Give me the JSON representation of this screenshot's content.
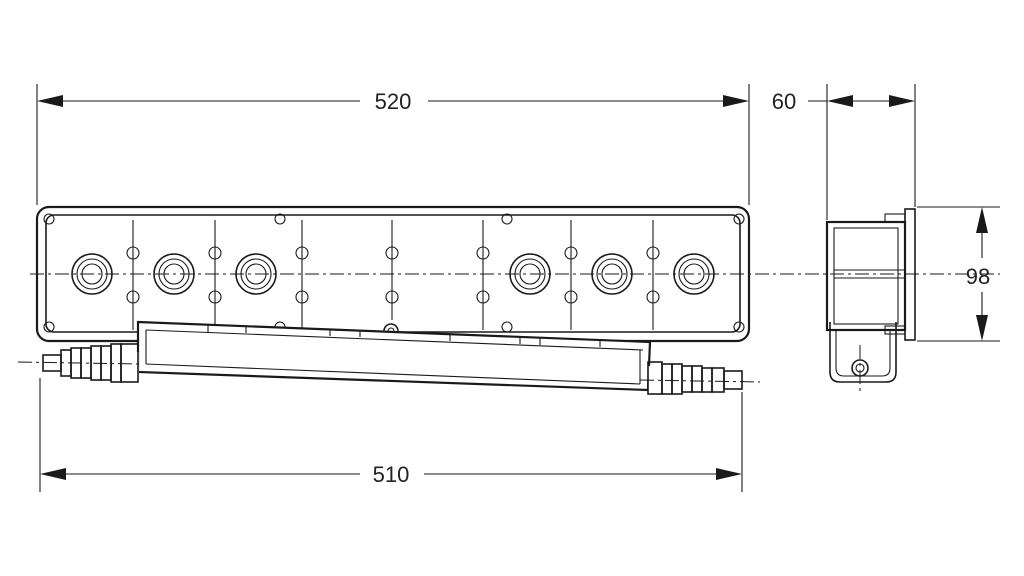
{
  "dimensions": {
    "top_length": "520",
    "depth": "60",
    "height": "98",
    "bottom_length": "510"
  }
}
